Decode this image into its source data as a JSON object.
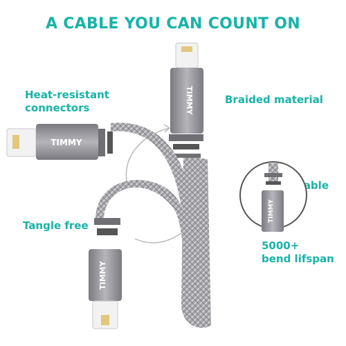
{
  "headline": "A CABLE YOU CAN COUNT ON",
  "brand": "TIMMY",
  "colors": {
    "accent": "#17b3a8",
    "metal": "#8e8e93",
    "braid": "#a9a9ad",
    "connector": "#f4f4f4",
    "ring": "#9a9a9a"
  },
  "features": {
    "heat_resistant": [
      "Heat-resistant",
      "connectors"
    ],
    "braided": "Braided material",
    "tangle_free": "Tangle free",
    "durable": "durable",
    "bend_lifespan": [
      "5000+",
      "bend lifspan"
    ]
  }
}
